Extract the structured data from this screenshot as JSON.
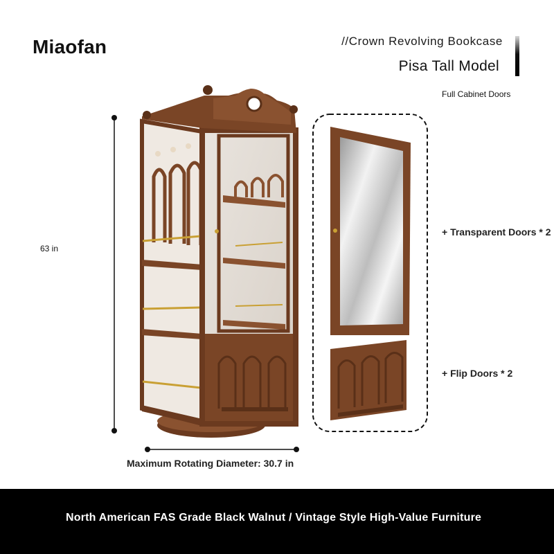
{
  "brand": "Miaofan",
  "header": {
    "series": "//Crown Revolving Bookcase",
    "model": "Pisa Tall Model"
  },
  "doors": {
    "caption": "Full Cabinet Doors",
    "transparent": "+ Transparent Doors * 2",
    "flip": "+ Flip Doors * 2"
  },
  "dimensions": {
    "height": "63 in",
    "diameter": "Maximum Rotating Diameter: 30.7 in"
  },
  "footer": "North American FAS Grade Black Walnut / Vintage Style High-Value Furniture",
  "colors": {
    "wood": "#7a4526",
    "wood_dark": "#5a3018",
    "brass": "#c9a034",
    "footer_bg": "#000000"
  }
}
